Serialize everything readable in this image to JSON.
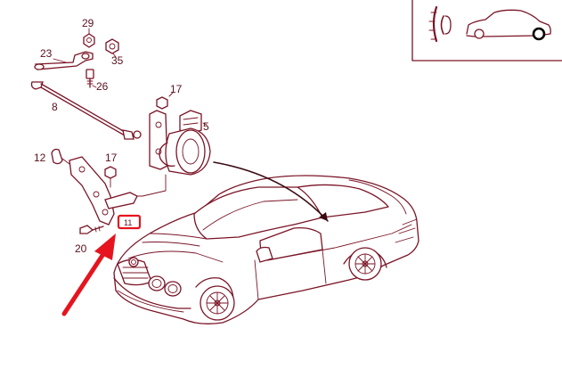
{
  "diagram": {
    "callouts": {
      "c29": "29",
      "c23": "23",
      "c35": "35",
      "c26": "26",
      "c8": "8",
      "c17a": "17",
      "c5": "5",
      "c12": "12",
      "c17b": "17",
      "c20": "20",
      "c11": "11"
    },
    "inset": {
      "icon": "headlamp-beam-icon",
      "car_icon": "car-side-icon"
    },
    "colors": {
      "line": "#7a1426",
      "highlight": "#e5141e",
      "arrow": "#e5141e"
    }
  }
}
